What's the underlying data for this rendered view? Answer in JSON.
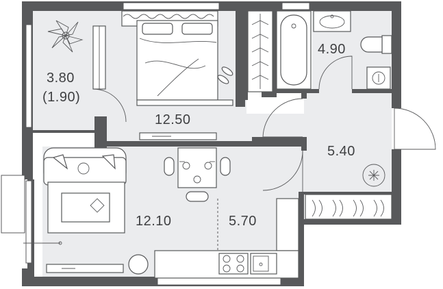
{
  "rooms": {
    "balcony": {
      "area": "3.80",
      "area_half": "(1.90)"
    },
    "bedroom": {
      "area": "12.50"
    },
    "bathroom": {
      "area": "4.90"
    },
    "hall": {
      "area": "5.40"
    },
    "living": {
      "area": "12.10"
    },
    "kitchen": {
      "area": "5.70"
    }
  },
  "colors": {
    "wall": "#58595b",
    "floor": "#ebecee",
    "text": "#3f4042"
  }
}
